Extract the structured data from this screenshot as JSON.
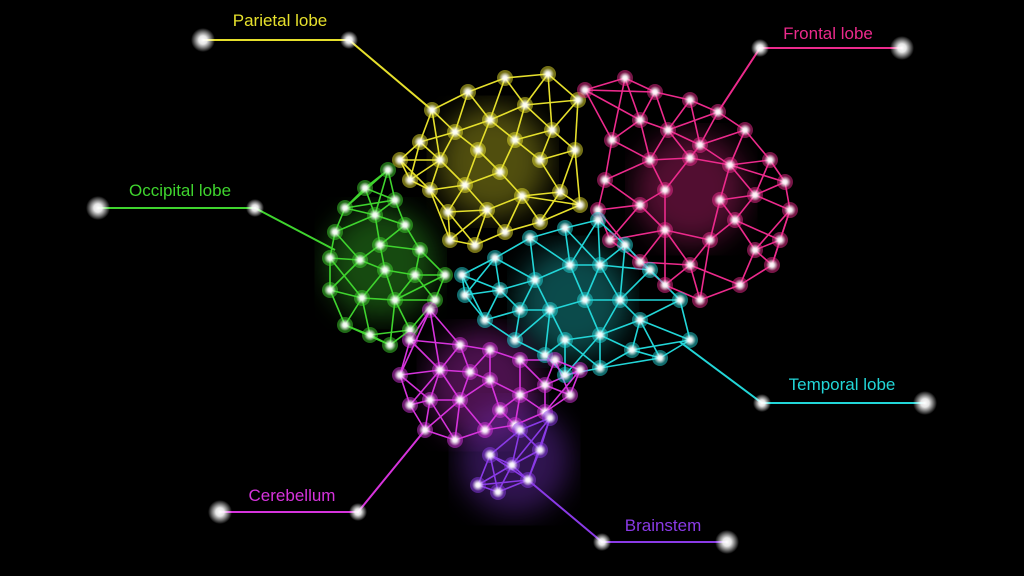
{
  "title": "Brain regions network illustration",
  "regions": [
    {
      "id": "parietal",
      "label": "Parietal lobe",
      "color": "#e6e02c"
    },
    {
      "id": "frontal",
      "label": "Frontal lobe",
      "color": "#ec2a8c"
    },
    {
      "id": "occipital",
      "label": "Occipital lobe",
      "color": "#3fd42e"
    },
    {
      "id": "temporal",
      "label": "Temporal lobe",
      "color": "#22d6d8"
    },
    {
      "id": "cerebellum",
      "label": "Cerebellum",
      "color": "#d633dc"
    },
    {
      "id": "brainstem",
      "label": "Brainstem",
      "color": "#8a3ae6"
    }
  ]
}
